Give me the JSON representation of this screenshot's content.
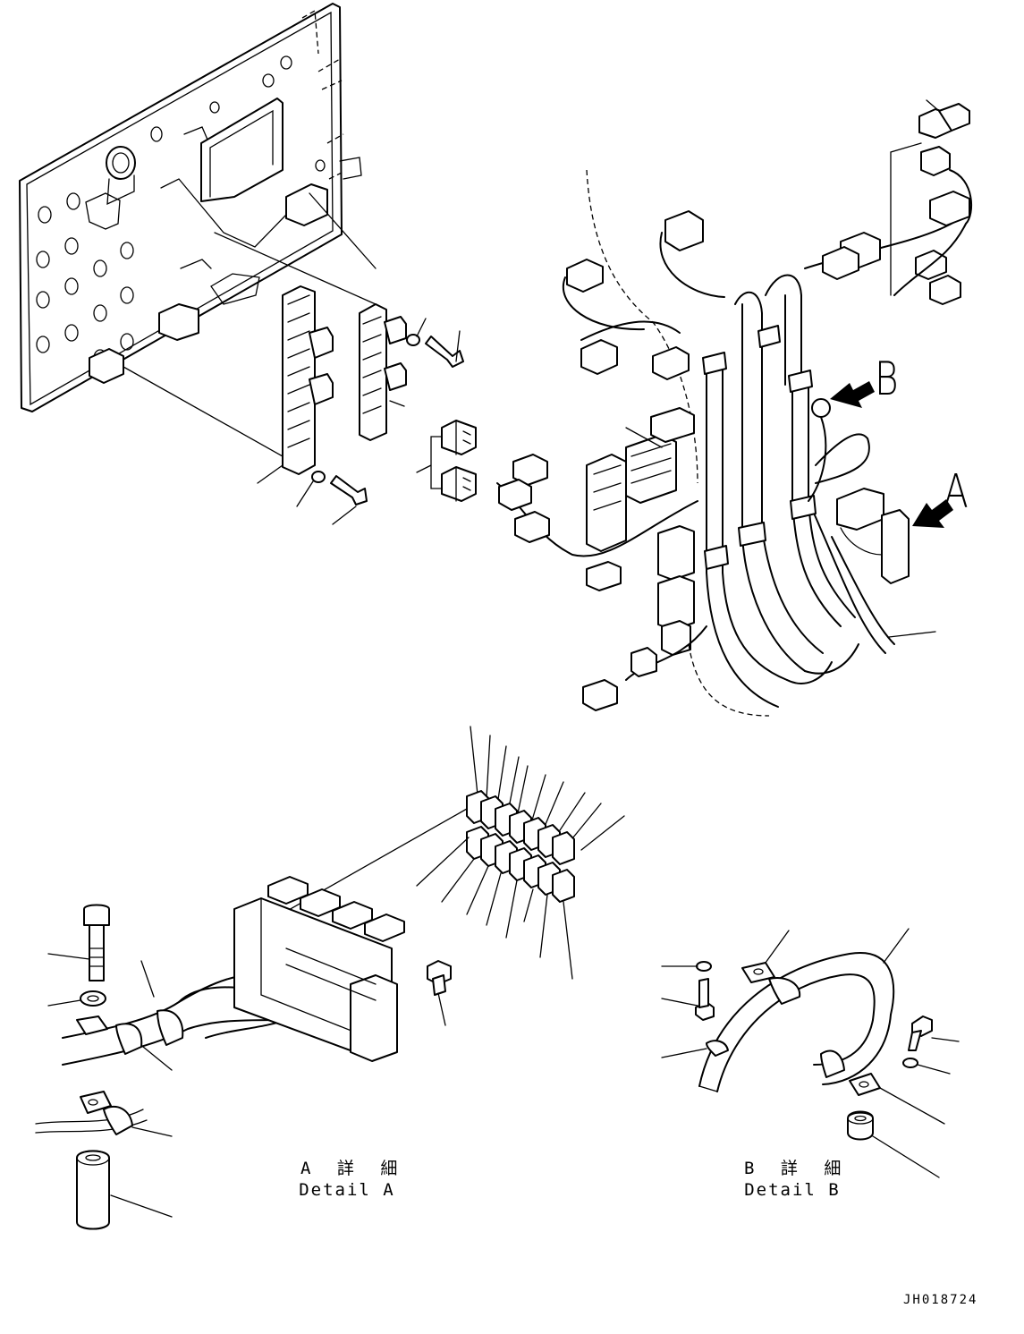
{
  "callouts": {
    "view_b": "B",
    "view_a": "A"
  },
  "detail_a": {
    "title_jp": "A 詳 細",
    "title_en": "Detail A"
  },
  "detail_b": {
    "title_jp": "B 詳 細",
    "title_en": "Detail B"
  },
  "drawing_number": "JH018724",
  "colors": {
    "line": "#000000",
    "background": "#ffffff"
  }
}
